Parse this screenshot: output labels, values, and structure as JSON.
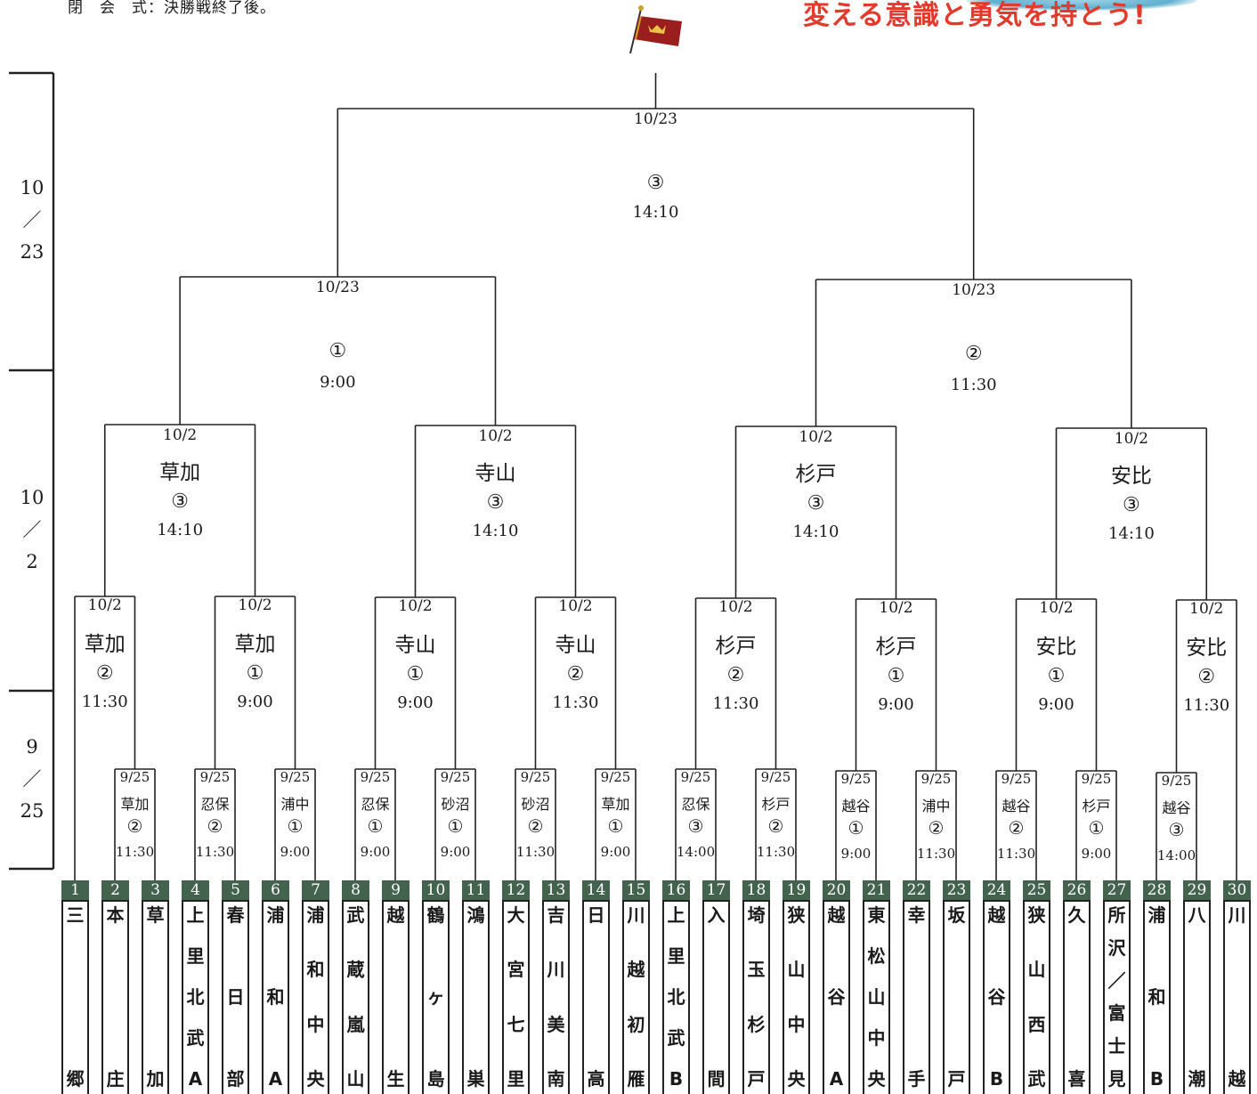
{
  "header_note": "閉　会　式：決勝戦終了後。",
  "slogan": "変える意識と勇気を持とう!",
  "left_dates": [
    {
      "lines": [
        "10",
        "／",
        "23"
      ]
    },
    {
      "lines": [
        "10",
        "／",
        "2"
      ]
    },
    {
      "lines": [
        "9",
        "／",
        "25"
      ]
    }
  ],
  "final": {
    "date": "10/23",
    "num": "③",
    "time": "14:10"
  },
  "semifinals": [
    {
      "date": "10/23",
      "num": "①",
      "time": "9:00"
    },
    {
      "date": "10/23",
      "num": "②",
      "time": "11:30"
    }
  ],
  "quarterfinals": [
    {
      "date": "10/2",
      "venue": "草加",
      "num": "③",
      "time": "14:10"
    },
    {
      "date": "10/2",
      "venue": "寺山",
      "num": "③",
      "time": "14:10"
    },
    {
      "date": "10/2",
      "venue": "杉戸",
      "num": "③",
      "time": "14:10"
    },
    {
      "date": "10/2",
      "venue": "安比",
      "num": "③",
      "time": "14:10"
    }
  ],
  "round2": [
    {
      "date": "10/2",
      "venue": "草加",
      "num": "②",
      "time": "11:30"
    },
    {
      "date": "10/2",
      "venue": "草加",
      "num": "①",
      "time": "9:00"
    },
    {
      "date": "10/2",
      "venue": "寺山",
      "num": "①",
      "time": "9:00"
    },
    {
      "date": "10/2",
      "venue": "寺山",
      "num": "②",
      "time": "11:30"
    },
    {
      "date": "10/2",
      "venue": "杉戸",
      "num": "②",
      "time": "11:30"
    },
    {
      "date": "10/2",
      "venue": "杉戸",
      "num": "①",
      "time": "9:00"
    },
    {
      "date": "10/2",
      "venue": "安比",
      "num": "①",
      "time": "9:00"
    },
    {
      "date": "10/2",
      "venue": "安比",
      "num": "②",
      "time": "11:30"
    }
  ],
  "round1": [
    {
      "date": "9/25",
      "venue": "草加",
      "num": "②",
      "time": "11:30"
    },
    {
      "date": "9/25",
      "venue": "忍保",
      "num": "②",
      "time": "11:30"
    },
    {
      "date": "9/25",
      "venue": "浦中",
      "num": "①",
      "time": "9:00"
    },
    {
      "date": "9/25",
      "venue": "忍保",
      "num": "①",
      "time": "9:00"
    },
    {
      "date": "9/25",
      "venue": "砂沼",
      "num": "①",
      "time": "9:00"
    },
    {
      "date": "9/25",
      "venue": "砂沼",
      "num": "②",
      "time": "11:30"
    },
    {
      "date": "9/25",
      "venue": "草加",
      "num": "①",
      "time": "9:00"
    },
    {
      "date": "9/25",
      "venue": "忍保",
      "num": "③",
      "time": "14:00"
    },
    {
      "date": "9/25",
      "venue": "杉戸",
      "num": "②",
      "time": "11:30"
    },
    {
      "date": "9/25",
      "venue": "越谷",
      "num": "①",
      "time": "9:00"
    },
    {
      "date": "9/25",
      "venue": "浦中",
      "num": "②",
      "time": "11:30"
    },
    {
      "date": "9/25",
      "venue": "越谷",
      "num": "②",
      "time": "11:30"
    },
    {
      "date": "9/25",
      "venue": "杉戸",
      "num": "①",
      "time": "9:00"
    },
    {
      "date": "9/25",
      "venue": "越谷",
      "num": "③",
      "time": "14:00"
    }
  ],
  "teams": [
    {
      "seed": "1",
      "name": [
        "三",
        "郷"
      ]
    },
    {
      "seed": "2",
      "name": [
        "本",
        "庄"
      ]
    },
    {
      "seed": "3",
      "name": [
        "草",
        "加"
      ]
    },
    {
      "seed": "4",
      "name": [
        "上",
        "里",
        "北",
        "武",
        "A"
      ]
    },
    {
      "seed": "5",
      "name": [
        "春",
        "日",
        "部"
      ]
    },
    {
      "seed": "6",
      "name": [
        "浦",
        "和",
        "A"
      ]
    },
    {
      "seed": "7",
      "name": [
        "浦",
        "和",
        "中",
        "央"
      ]
    },
    {
      "seed": "8",
      "name": [
        "武",
        "蔵",
        "嵐",
        "山"
      ]
    },
    {
      "seed": "9",
      "name": [
        "越",
        "生"
      ]
    },
    {
      "seed": "10",
      "name": [
        "鶴",
        "ヶ",
        "島"
      ]
    },
    {
      "seed": "11",
      "name": [
        "鴻",
        "巣"
      ]
    },
    {
      "seed": "12",
      "name": [
        "大",
        "宮",
        "七",
        "里"
      ]
    },
    {
      "seed": "13",
      "name": [
        "吉",
        "川",
        "美",
        "南"
      ]
    },
    {
      "seed": "14",
      "name": [
        "日",
        "高"
      ]
    },
    {
      "seed": "15",
      "name": [
        "川",
        "越",
        "初",
        "雁"
      ]
    },
    {
      "seed": "16",
      "name": [
        "上",
        "里",
        "北",
        "武",
        "B"
      ]
    },
    {
      "seed": "17",
      "name": [
        "入",
        "間"
      ]
    },
    {
      "seed": "18",
      "name": [
        "埼",
        "玉",
        "杉",
        "戸"
      ]
    },
    {
      "seed": "19",
      "name": [
        "狭",
        "山",
        "中",
        "央"
      ]
    },
    {
      "seed": "20",
      "name": [
        "越",
        "谷",
        "A"
      ]
    },
    {
      "seed": "21",
      "name": [
        "東",
        "松",
        "山",
        "中",
        "央"
      ]
    },
    {
      "seed": "22",
      "name": [
        "幸",
        "手"
      ]
    },
    {
      "seed": "23",
      "name": [
        "坂",
        "戸"
      ]
    },
    {
      "seed": "24",
      "name": [
        "越",
        "谷",
        "B"
      ]
    },
    {
      "seed": "25",
      "name": [
        "狭",
        "山",
        "西",
        "武"
      ]
    },
    {
      "seed": "26",
      "name": [
        "久",
        "喜"
      ]
    },
    {
      "seed": "27",
      "name": [
        "所",
        "沢",
        "／",
        "富",
        "士",
        "見"
      ]
    },
    {
      "seed": "28",
      "name": [
        "浦",
        "和",
        "B"
      ]
    },
    {
      "seed": "29",
      "name": [
        "八",
        "潮"
      ]
    },
    {
      "seed": "30",
      "name": [
        "川",
        "越"
      ]
    }
  ]
}
